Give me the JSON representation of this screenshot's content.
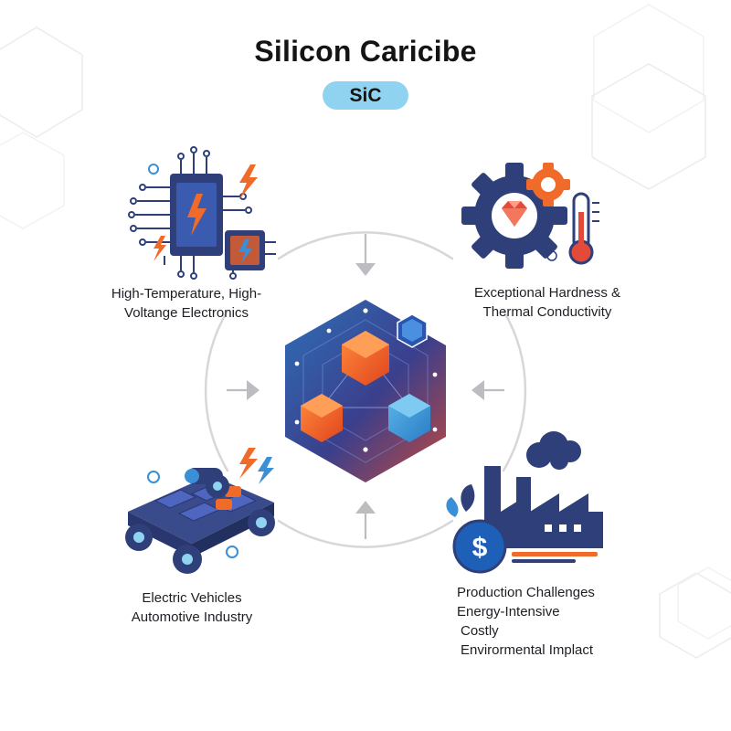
{
  "header": {
    "title": "Silicon Caricibe",
    "badge": "SiC"
  },
  "nodes": {
    "top_left": {
      "lines": [
        "High-Temperature, High-",
        "Voltange Electronics"
      ]
    },
    "top_right": {
      "lines": [
        "Exceptional Hardness &",
        "Thermal Conductivity"
      ]
    },
    "bottom_left": {
      "lines": [
        "Electric Vehicles",
        "Automotive Industry"
      ]
    },
    "bottom_right": {
      "lines": [
        "Production Challenges",
        "Energy-Intensive",
        "Costly",
        "Envirormental Implact"
      ]
    }
  },
  "icons": {
    "top_left": "circuit-chip-icon",
    "top_right": "gear-diamond-thermometer-icon",
    "bottom_left": "ev-chassis-icon",
    "bottom_right": "factory-dollar-icon",
    "center": "hexagon-crystal-icon"
  },
  "colors": {
    "navy": "#2e3f7a",
    "orange": "#f06a2a",
    "blue": "#3a8fd6",
    "sky": "#8fd3f1",
    "purple": "#6a3f8a",
    "ring": "#d7d7d9"
  }
}
